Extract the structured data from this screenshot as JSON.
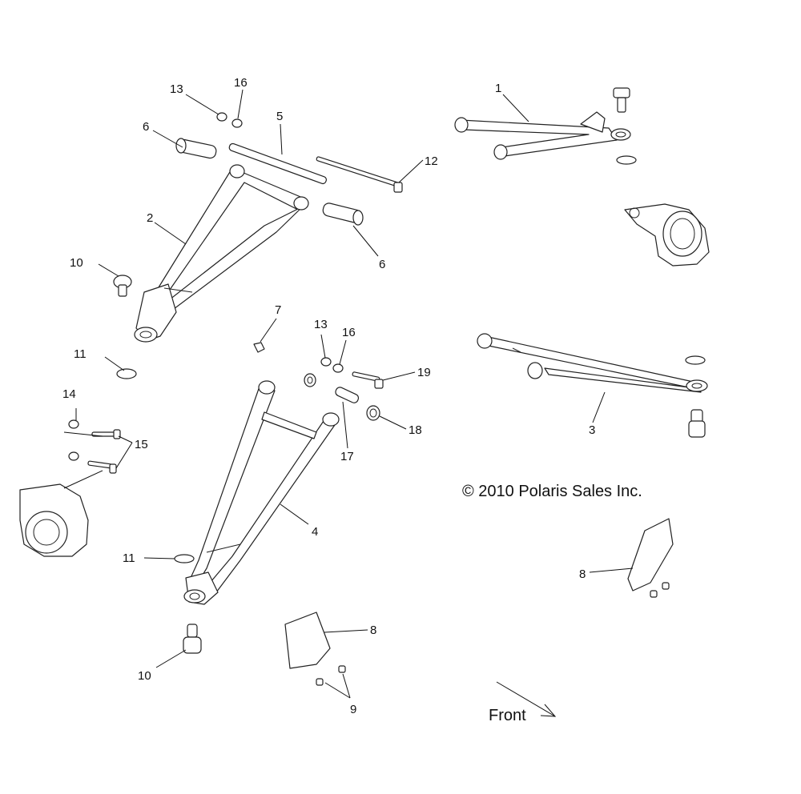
{
  "copyright": "© 2010 Polaris Sales Inc.",
  "front_label": "Front",
  "callouts": {
    "c1": "1",
    "c2": "2",
    "c3": "3",
    "c4": "4",
    "c5": "5",
    "c6a": "6",
    "c6b": "6",
    "c7": "7",
    "c8a": "8",
    "c8b": "8",
    "c9": "9",
    "c10a": "10",
    "c10b": "10",
    "c11a": "11",
    "c11b": "11",
    "c12": "12",
    "c13a": "13",
    "c13b": "13",
    "c14": "14",
    "c15": "15",
    "c16a": "16",
    "c16b": "16",
    "c17": "17",
    "c18": "18",
    "c19": "19"
  }
}
